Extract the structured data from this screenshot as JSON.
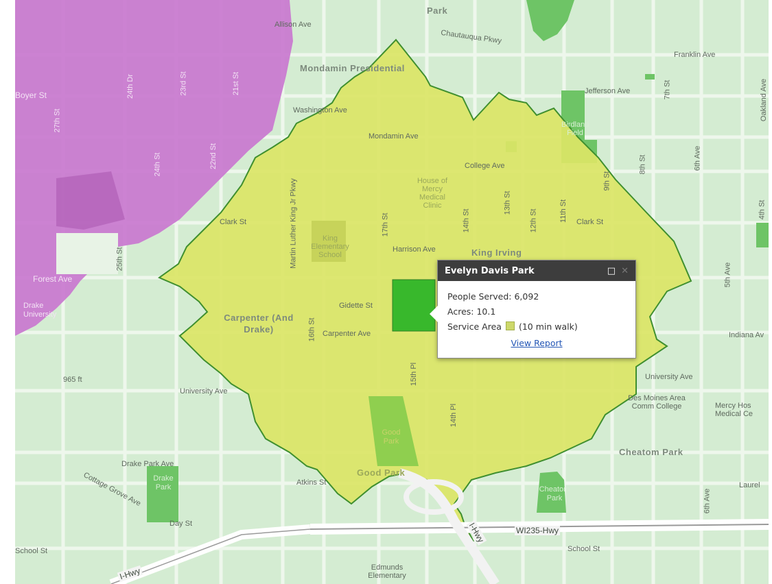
{
  "popup": {
    "title": "Evelyn Davis Park",
    "people_served_label": "People Served:",
    "people_served_value": "6,092",
    "acres_label": "Acres:",
    "acres_value": "10.1",
    "service_area_label": "Service Area",
    "service_area_value": "(10 min walk)",
    "link_label": "View Report",
    "icons": [
      "maximize-icon",
      "close-icon"
    ]
  },
  "colors": {
    "base_map": "#d4ecd2",
    "service_area": "#dbe566",
    "service_area_outline": "#3f8f2f",
    "underserved_area": "#c977cf",
    "park": "#6ec466",
    "selected_park": "#38b82c"
  },
  "map_labels": {
    "neighborhoods": [
      "Mondamin Presidential",
      "Carpenter (And Drake)",
      "King Irving",
      "Cheatom Park",
      "Park"
    ],
    "streets": [
      "Allison Ave",
      "Chautauqua Pkwy",
      "Franklin Ave",
      "Jefferson Ave",
      "Washington Ave",
      "Mondamin Ave",
      "College Ave",
      "Clark St",
      "Harrison Ave",
      "Gidette St",
      "Carpenter Ave",
      "University Ave",
      "Drake Park Ave",
      "Cottage Grove Ave",
      "Day St",
      "Atkins St",
      "Forest Ave",
      "School St",
      "Indiana Av",
      "Laurel",
      "Boyer St",
      "27th St",
      "24th Dr",
      "23rd St",
      "21st St",
      "24th St",
      "22nd St",
      "25th St",
      "Martin Luther King Jr Pkwy",
      "16th St",
      "17th St",
      "14th St",
      "13th St",
      "12th St",
      "11th St",
      "7th St",
      "8th St",
      "6th Ave",
      "5th Ave",
      "Oakland Ave",
      "15th Pl",
      "14th Pl",
      "6th Ave",
      "9th St",
      "4th St"
    ],
    "places": [
      "Drake University",
      "King Elementary School",
      "House of Mercy Medical Clinic",
      "Good Park",
      "Drake Park",
      "Des Moines Area Comm College",
      "Mercy Hos Medical Ce",
      "Edmunds Elementary",
      "Cheatom Park",
      "Good Park",
      "Birdland Field"
    ],
    "highways": [
      "WI235-Hwy",
      "I-Hwy",
      "I-Hwy"
    ],
    "elevation": "965 ft"
  }
}
